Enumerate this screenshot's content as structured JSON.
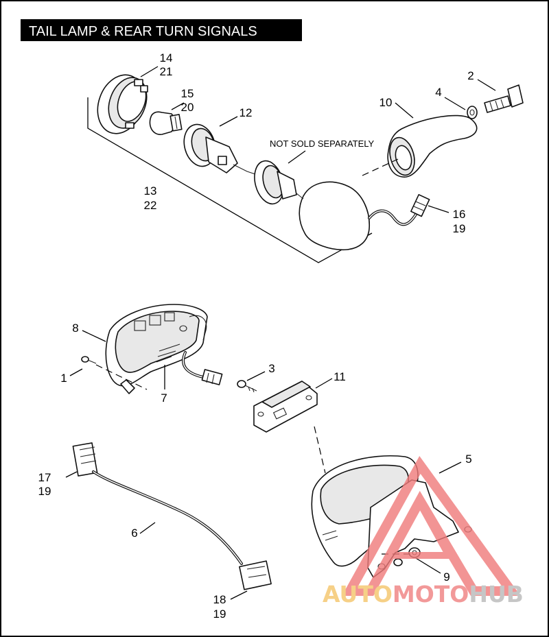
{
  "title": "TAIL LAMP & REAR TURN SIGNALS",
  "note": "NOT SOLD SEPARATELY",
  "callouts": {
    "c14": "14",
    "c21": "21",
    "c15": "15",
    "c20": "20",
    "c12": "12",
    "c13": "13",
    "c22": "22",
    "c2": "2",
    "c4": "4",
    "c10": "10",
    "c16": "16",
    "c19a": "19",
    "c8": "8",
    "c1": "1",
    "c7": "7",
    "c3": "3",
    "c11": "11",
    "c5": "5",
    "c17": "17",
    "c19b": "19",
    "c6": "6",
    "c9": "9",
    "c18": "18",
    "c19c": "19"
  },
  "watermark": {
    "part1": "AUTO",
    "part2": "MOTO",
    "part3": "HUB",
    "color_auto": "#f5c56a",
    "color_moto": "#f08080",
    "color_hub": "#b9b9b9",
    "logo_color": "#f07a7a"
  }
}
